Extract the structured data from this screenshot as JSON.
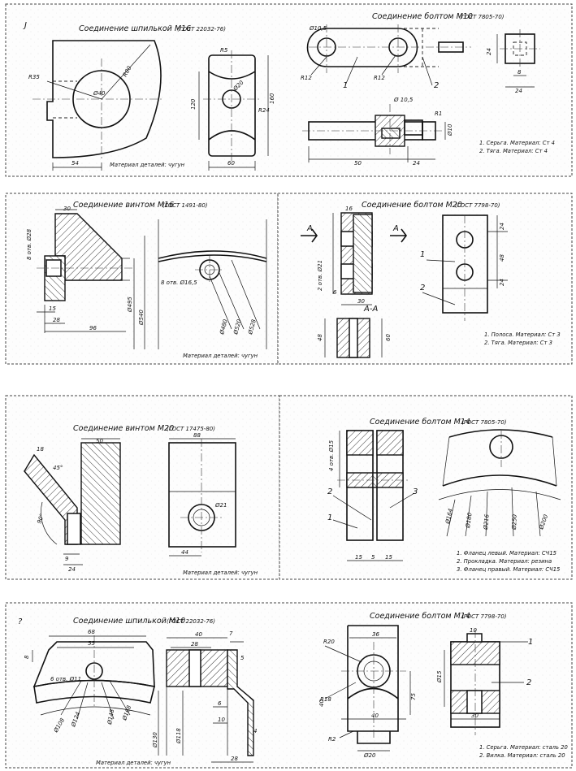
{
  "panel1": {
    "title_left": "Соединение шпилькой  М16",
    "std_left": "(ГОСТ 22032-76)",
    "title_right": "Соединение болтом  М10",
    "std_right": "(ГОСТ 7805-70)",
    "corner_mark": "J",
    "material": "Материал деталей: чугун",
    "dims": [
      "R35",
      "R80",
      "Ø40",
      "54",
      "R5",
      "Ø20",
      "120",
      "160",
      "R24",
      "60",
      "Ø10,5",
      "R12",
      "R12",
      "24",
      "8",
      "24",
      "Ø 10,5",
      "R1",
      "Ø10",
      "50",
      "24"
    ],
    "leaders": [
      "1",
      "2"
    ],
    "notes": [
      "1. Серьга. Материал: Ст 4",
      "2. Тяга. Материал: Ст 4"
    ]
  },
  "panel2": {
    "title_left": "Соединение винтом М16",
    "std_left": "(ГОСТ 1491-80)",
    "title_right": "Соединение болтом  М20",
    "std_right": "(ГОСТ 7798-70)",
    "material": "Материал деталей: чугун",
    "dims": [
      "30",
      "8 отв. Ø28",
      "15",
      "28",
      "96",
      "Ø495",
      "Ø540",
      "8 отв. Ø16,5",
      "Ø480",
      "Ø520",
      "Ø528",
      "16",
      "2 отв. Ø21",
      "6",
      "30",
      "48",
      "60",
      "24",
      "48",
      "24"
    ],
    "section_marks": [
      "А",
      "А",
      "А-А"
    ],
    "leaders": [
      "1",
      "2"
    ],
    "notes": [
      "1. Полоса. Материал: Ст 3",
      "2. Тяга. Материал: Ст 3"
    ]
  },
  "panel3": {
    "title_left": "Соединение винтом М20",
    "std_left": "(ГОСТ 17475-80)",
    "title_right": "Соединение болтом  М14",
    "std_right": "(ГОСТ 7805-70)",
    "material": "Материал деталей: чугун",
    "dims": [
      "18",
      "45°",
      "50",
      "88",
      "90°",
      "9",
      "24",
      "Ø21",
      "44",
      "4 отв. Ø15",
      "15",
      "5",
      "15",
      "Ø164",
      "Ø180",
      "Ø216",
      "Ø250",
      "Ø200"
    ],
    "leaders": [
      "1",
      "2",
      "3"
    ],
    "notes": [
      "1. Фланец левый. Материал: СЧ15",
      "2. Прокладка. Материал: резина",
      "3. Фланец правый. Материал: СЧ15"
    ]
  },
  "panel4": {
    "title_left": "Соединение шпилькой  М10",
    "std_left": "(ГОСТ 22032-76)",
    "title_right": "Соединение болтом  М14",
    "std_right": "(ГОСТ 7798-70)",
    "corner_mark": "?",
    "material": "Материал деталей: чугун",
    "dims": [
      "68",
      "55",
      "8",
      "6 отв. Ø11",
      "Ø108",
      "Ø124",
      "Ø148",
      "Ø168",
      "40",
      "28",
      "7",
      "5",
      "6",
      "10",
      "Ø130",
      "Ø118",
      "28",
      "4",
      "R20",
      "36",
      "R18",
      "75",
      "40",
      "40",
      "R2",
      "Ø20",
      "10",
      "Ø15",
      "30"
    ],
    "leaders": [
      "1",
      "2"
    ],
    "notes": [
      "1. Серьга. Материал: сталь 20",
      "2. Вилка. Материал: сталь 20"
    ]
  }
}
